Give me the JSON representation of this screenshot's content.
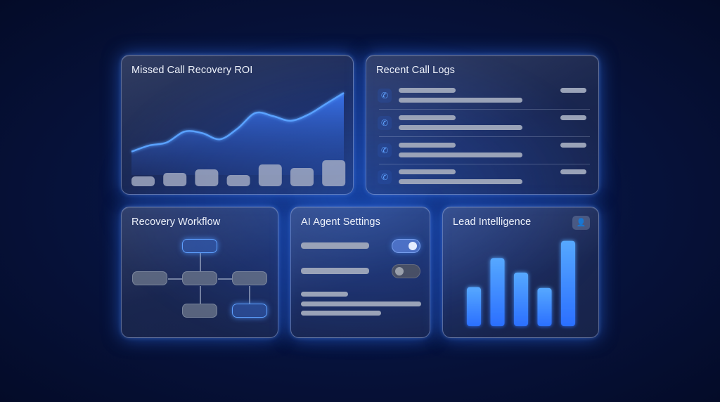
{
  "cards": {
    "roi": {
      "title": "Missed Call Recovery ROI"
    },
    "logs": {
      "title": "Recent Call Logs"
    },
    "workflow": {
      "title": "Recovery Workflow"
    },
    "agent": {
      "title": "AI Agent Settings"
    },
    "lead": {
      "title": "Lead Intelligence"
    }
  },
  "icons": {
    "call_log": "phone-missed-icon",
    "lead": "user-group-icon"
  },
  "agent_settings": {
    "toggles": [
      {
        "state": "on"
      },
      {
        "state": "off"
      }
    ]
  },
  "colors": {
    "accent": "#3d8bff",
    "background": "#071440",
    "text": "#eef2fb"
  },
  "chart_data": [
    {
      "type": "area",
      "title": "Missed Call Recovery ROI",
      "x": [
        0,
        1,
        2,
        3,
        4,
        5,
        6,
        7,
        8,
        9,
        10,
        11,
        12
      ],
      "values": [
        12,
        20,
        24,
        38,
        36,
        28,
        42,
        62,
        58,
        52,
        60,
        74,
        88
      ],
      "ylim": [
        0,
        100
      ],
      "xlabel": "",
      "ylabel": ""
    },
    {
      "type": "bar",
      "title": "Missed Call Recovery ROI",
      "values": [
        14,
        19,
        24,
        16,
        31,
        26,
        37
      ],
      "ylim": [
        0,
        40
      ]
    },
    {
      "type": "bar",
      "title": "Lead Intelligence",
      "values": [
        43,
        75,
        59,
        42,
        94
      ],
      "ylim": [
        0,
        100
      ]
    }
  ]
}
